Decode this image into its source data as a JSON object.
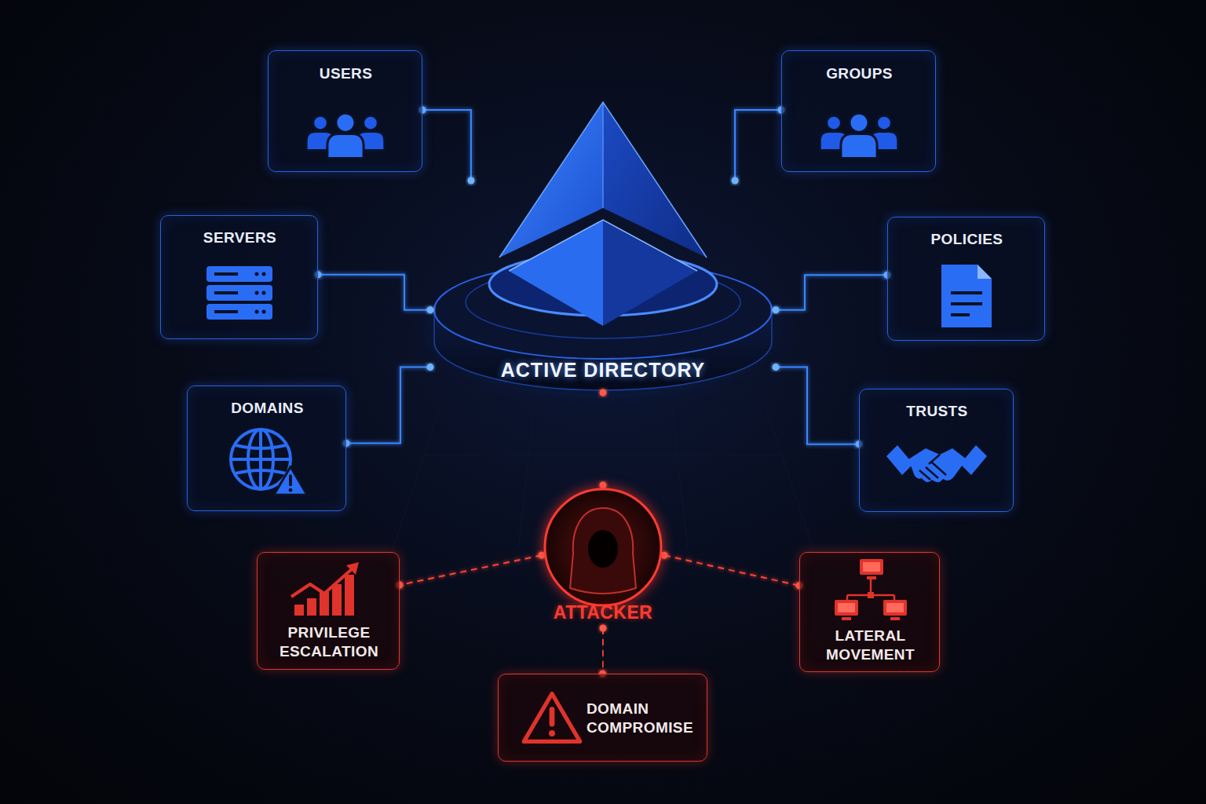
{
  "diagram": {
    "nodes": [
      {
        "text": [
          "USERS"
        ]
      },
      {
        "text": [
          "GROUPS"
        ]
      },
      {
        "text": [
          "SERVERS"
        ]
      },
      {
        "text": [
          "POLICIES"
        ]
      },
      {
        "text": [
          "ACTIVE DIRECTORY"
        ]
      },
      {
        "text": [
          "DOMAINS"
        ]
      },
      {
        "text": [
          "TRUSTS"
        ]
      },
      {
        "text": [
          "ATTACKER"
        ]
      },
      {
        "text": [
          "PRIVILEGE ESCALATION"
        ]
      },
      {
        "text": [
          "LATERAL MOVEMENT"
        ]
      },
      {
        "text": [
          "DOMAIN COMPROMISE"
        ]
      }
    ],
    "edges": [
      {
        "from": 0,
        "to": 4,
        "arrow": "none"
      },
      {
        "from": 1,
        "to": 4,
        "arrow": "none"
      },
      {
        "from": 2,
        "to": 4,
        "arrow": "none"
      },
      {
        "from": 3,
        "to": 4,
        "arrow": "none"
      },
      {
        "from": 5,
        "to": 4,
        "arrow": "none"
      },
      {
        "from": 6,
        "to": 4,
        "arrow": "none"
      },
      {
        "from": 4,
        "to": 7,
        "arrow": "none"
      },
      {
        "from": 7,
        "to": 8,
        "arrow": "none"
      },
      {
        "from": 7,
        "to": 9,
        "arrow": "none"
      },
      {
        "from": 7,
        "to": 10,
        "arrow": "none"
      }
    ]
  }
}
